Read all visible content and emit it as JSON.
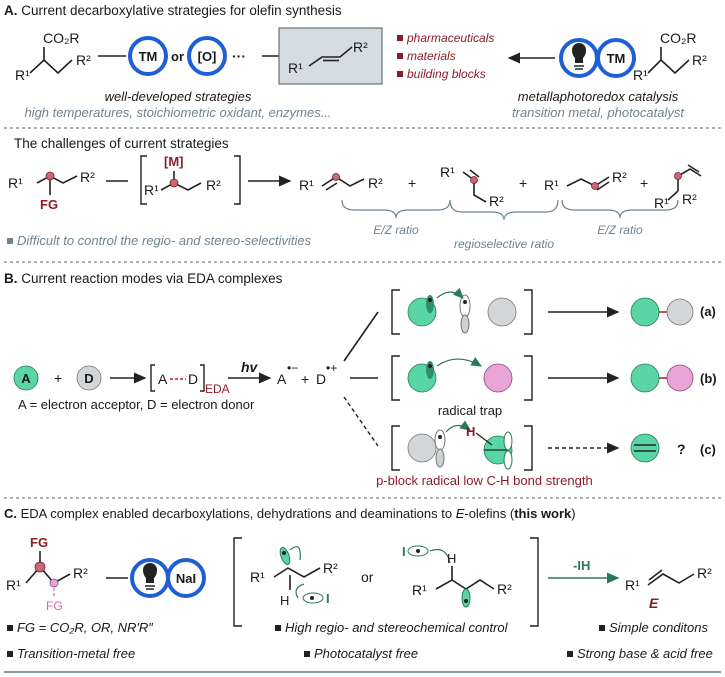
{
  "section_a": {
    "label": "A.",
    "title": "Current decarboxylative strategies for olefin synthesis",
    "co2r": "CO₂R",
    "r1": "R¹",
    "r2": "R²",
    "tm": "TM",
    "or": "or",
    "oxidant": "[O]",
    "ellipsis": "···",
    "applications": [
      "pharmaceuticals",
      "materials",
      "building blocks"
    ],
    "left_caption": "well-developed strategies",
    "left_subcaption": "high temperatures, stoichiometric oxidant, enzymes...",
    "right_caption": "metallaphotoredox catalysis",
    "right_subcaption": "transition metal, photocatalyst"
  },
  "challenges": {
    "title": "The challenges of current strategies",
    "fg": "FG",
    "metal": "[M]",
    "plus": "+",
    "ratio_left": "E/Z ratio",
    "ratio_mid": "regioselective ratio",
    "ratio_right": "E/Z ratio",
    "note": "Difficult to control the regio- and stereo-selectivities"
  },
  "section_b": {
    "label": "B.",
    "title": "Current reaction modes via EDA complexes",
    "acceptor": "A",
    "donor": "D",
    "plus": "+",
    "eda_label": "EDA",
    "hv": "hv",
    "radical_a": "A",
    "radical_a_charge": "•−",
    "radical_d": "D",
    "radical_d_charge": "•+",
    "legend": "A = electron acceptor, D = electron donor",
    "mode_a": "(a)",
    "mode_b": "(b)",
    "mode_c": "(c)",
    "radical_trap": "radical trap",
    "h_atom": "H",
    "question": "?",
    "p_block": "p-block radical",
    "low_ch": "low C-H bond strength"
  },
  "section_c": {
    "label": "C.",
    "title_main": "EDA complex enabled decarboxylations, dehydrations and deaminations to ",
    "title_e": "E",
    "title_olefins": "-olefins (",
    "title_bold": "this work",
    "title_close": ")",
    "fg": "FG",
    "nai": "NaI",
    "h": "H",
    "iodine": "I",
    "or": "or",
    "ih": "-IH",
    "e_label": "E",
    "features": [
      "FG = CO₂R, OR, NR′R″",
      "High regio- and stereochemical control",
      "Simple conditons",
      "Transition-metal free",
      "Photocatalyst free",
      "Strong base & acid free"
    ]
  },
  "colors": {
    "accent_red": "#8c1d28",
    "blue_ring": "#1f5fd6",
    "green": "#5ad6a6",
    "gray_text": "#6d8592"
  }
}
